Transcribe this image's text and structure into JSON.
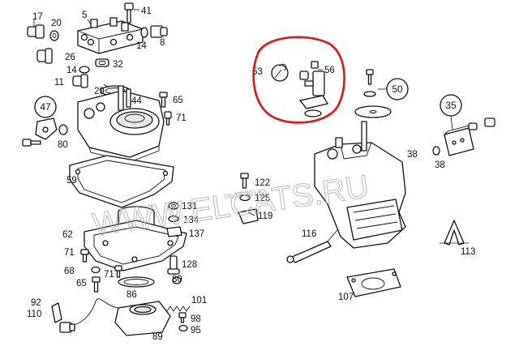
{
  "diagram": {
    "part_numbers": {
      "p17": "17",
      "p20": "20",
      "p5": "5",
      "p41": "41",
      "p14a": "14",
      "p8": "8",
      "p26": "26",
      "p32": "32",
      "p14b": "14",
      "p11": "11",
      "p29": "29",
      "p47": "47",
      "p44": "44",
      "p65a": "65",
      "p71a": "71",
      "p80a": "80",
      "p59": "59",
      "p131": "131",
      "p134": "134",
      "p137": "137",
      "p62": "62",
      "p71b": "71",
      "p68": "68",
      "p65b": "65",
      "p71c": "71",
      "p128": "128",
      "p86": "86",
      "p80b": "80",
      "p92": "92",
      "p110": "110",
      "p101": "101",
      "p98": "98",
      "p95": "95",
      "p89": "89",
      "p53": "53",
      "p56": "56",
      "p50": "50",
      "p122": "122",
      "p125": "125",
      "p119": "119",
      "p116": "116",
      "p35": "35",
      "p38a": "38",
      "p38b": "38",
      "p113": "113",
      "p107": "107"
    },
    "watermark": {
      "text": "WWW.ELCATS.RU",
      "date": "06.12.2014"
    },
    "highlight_color": "#e3131b"
  }
}
